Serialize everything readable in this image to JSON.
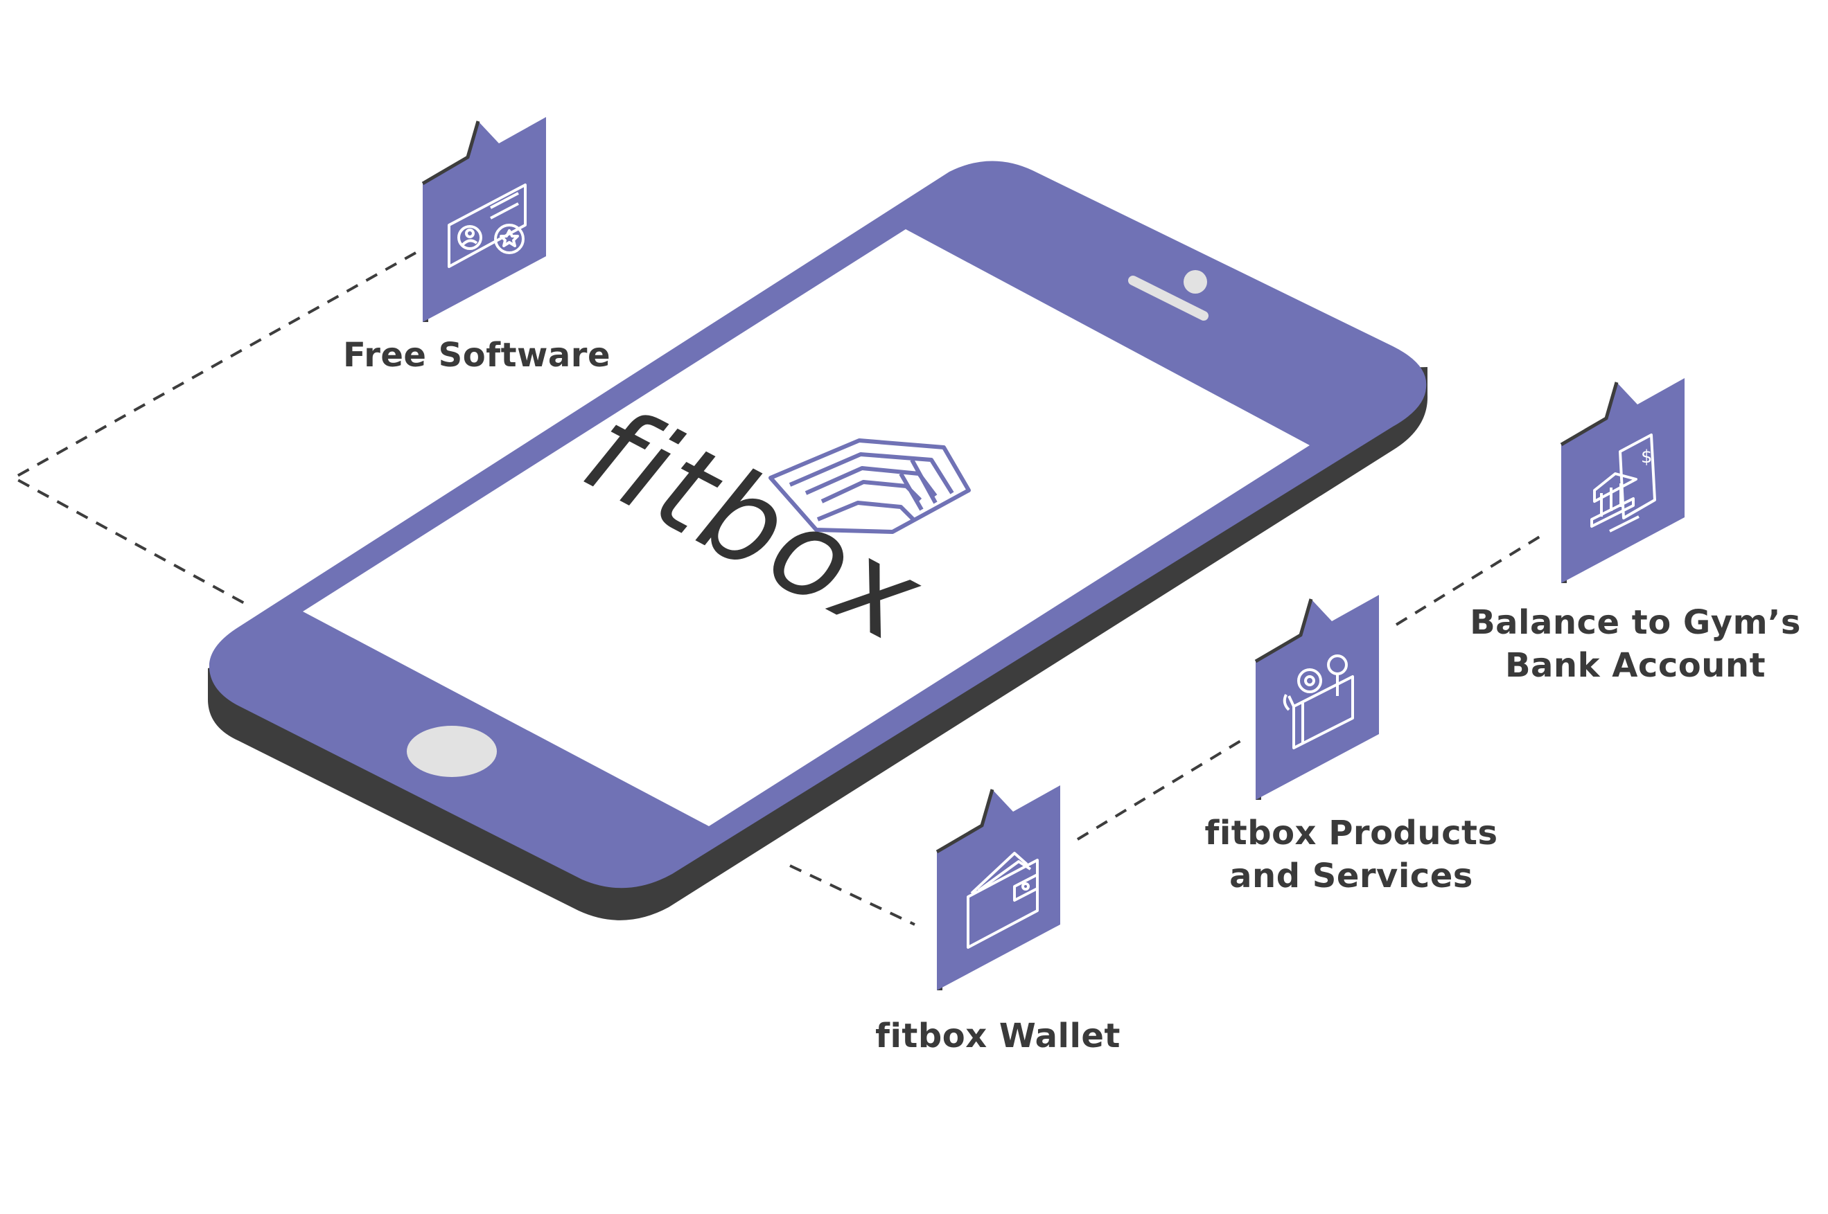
{
  "brand": {
    "name": "fitbox"
  },
  "features": {
    "free_software": {
      "label": "Free Software",
      "icon": "id-card-icon"
    },
    "bank": {
      "line1": "Balance to Gym’s",
      "line2": "Bank Account",
      "icon": "bank-invoice-icon"
    },
    "products": {
      "line1": "fitbox Products",
      "line2": "and Services",
      "icon": "gift-box-icon"
    },
    "wallet": {
      "label": "fitbox Wallet",
      "icon": "wallet-icon"
    }
  },
  "colors": {
    "phone_body": "#7072b5",
    "phone_side": "#3d3d3d",
    "screen": "#ffffff",
    "home_button": "#e2e2e2",
    "tag_face": "#7072b5",
    "tag_side": "#3d3d3d",
    "text": "#3a3a3a"
  }
}
